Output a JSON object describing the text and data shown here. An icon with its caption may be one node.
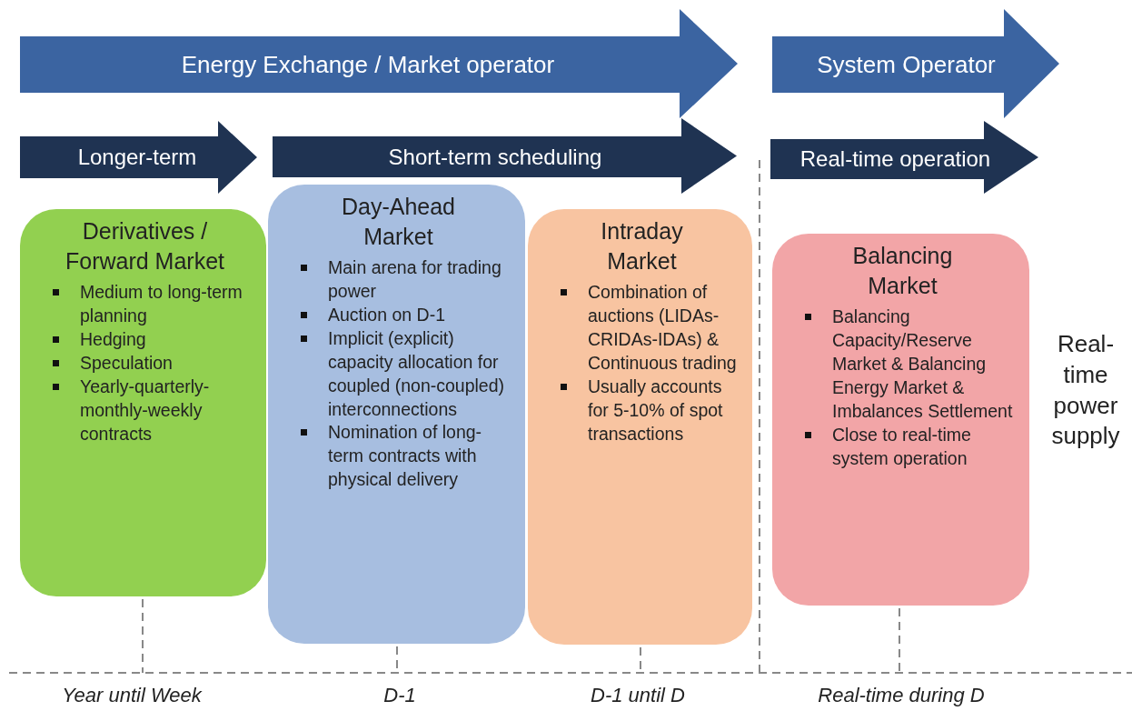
{
  "diagram": {
    "nodes": [
      {
        "text": [
          "Energy Exchange / Market operator"
        ]
      },
      {
        "text": [
          "System Operator"
        ]
      },
      {
        "text": [
          "Longer-term"
        ]
      },
      {
        "text": [
          "Short-term scheduling"
        ]
      },
      {
        "text": [
          "Real-time operation"
        ]
      },
      {
        "text": [
          "Derivatives / Forward Market",
          "Medium to long-term planning",
          "Hedging",
          "Speculation",
          "Yearly-quarterly-monthly-weekly contracts"
        ]
      },
      {
        "text": [
          "Day-Ahead Market",
          "Main arena for trading power",
          "Auction on D-1",
          "Implicit (explicit) capacity allocation for coupled (non-coupled) interconnections",
          "Nomination of long-term contracts with physical delivery"
        ]
      },
      {
        "text": [
          "Intraday Market",
          "Combination of auctions (LIDAs-CRIDAs-IDAs) & Continuous trading",
          "Usually accounts for 5-10% of spot transactions"
        ]
      },
      {
        "text": [
          "Balancing Market",
          "Balancing Capacity/Reserve Market & Balancing Energy Market & Imbalances Settlement",
          "Close to real-time system operation"
        ]
      },
      {
        "text": [
          "Real-time power supply"
        ]
      }
    ],
    "labels": [
      "Year until Week",
      "D-1",
      "D-1 until D",
      "Real-time during D"
    ]
  }
}
